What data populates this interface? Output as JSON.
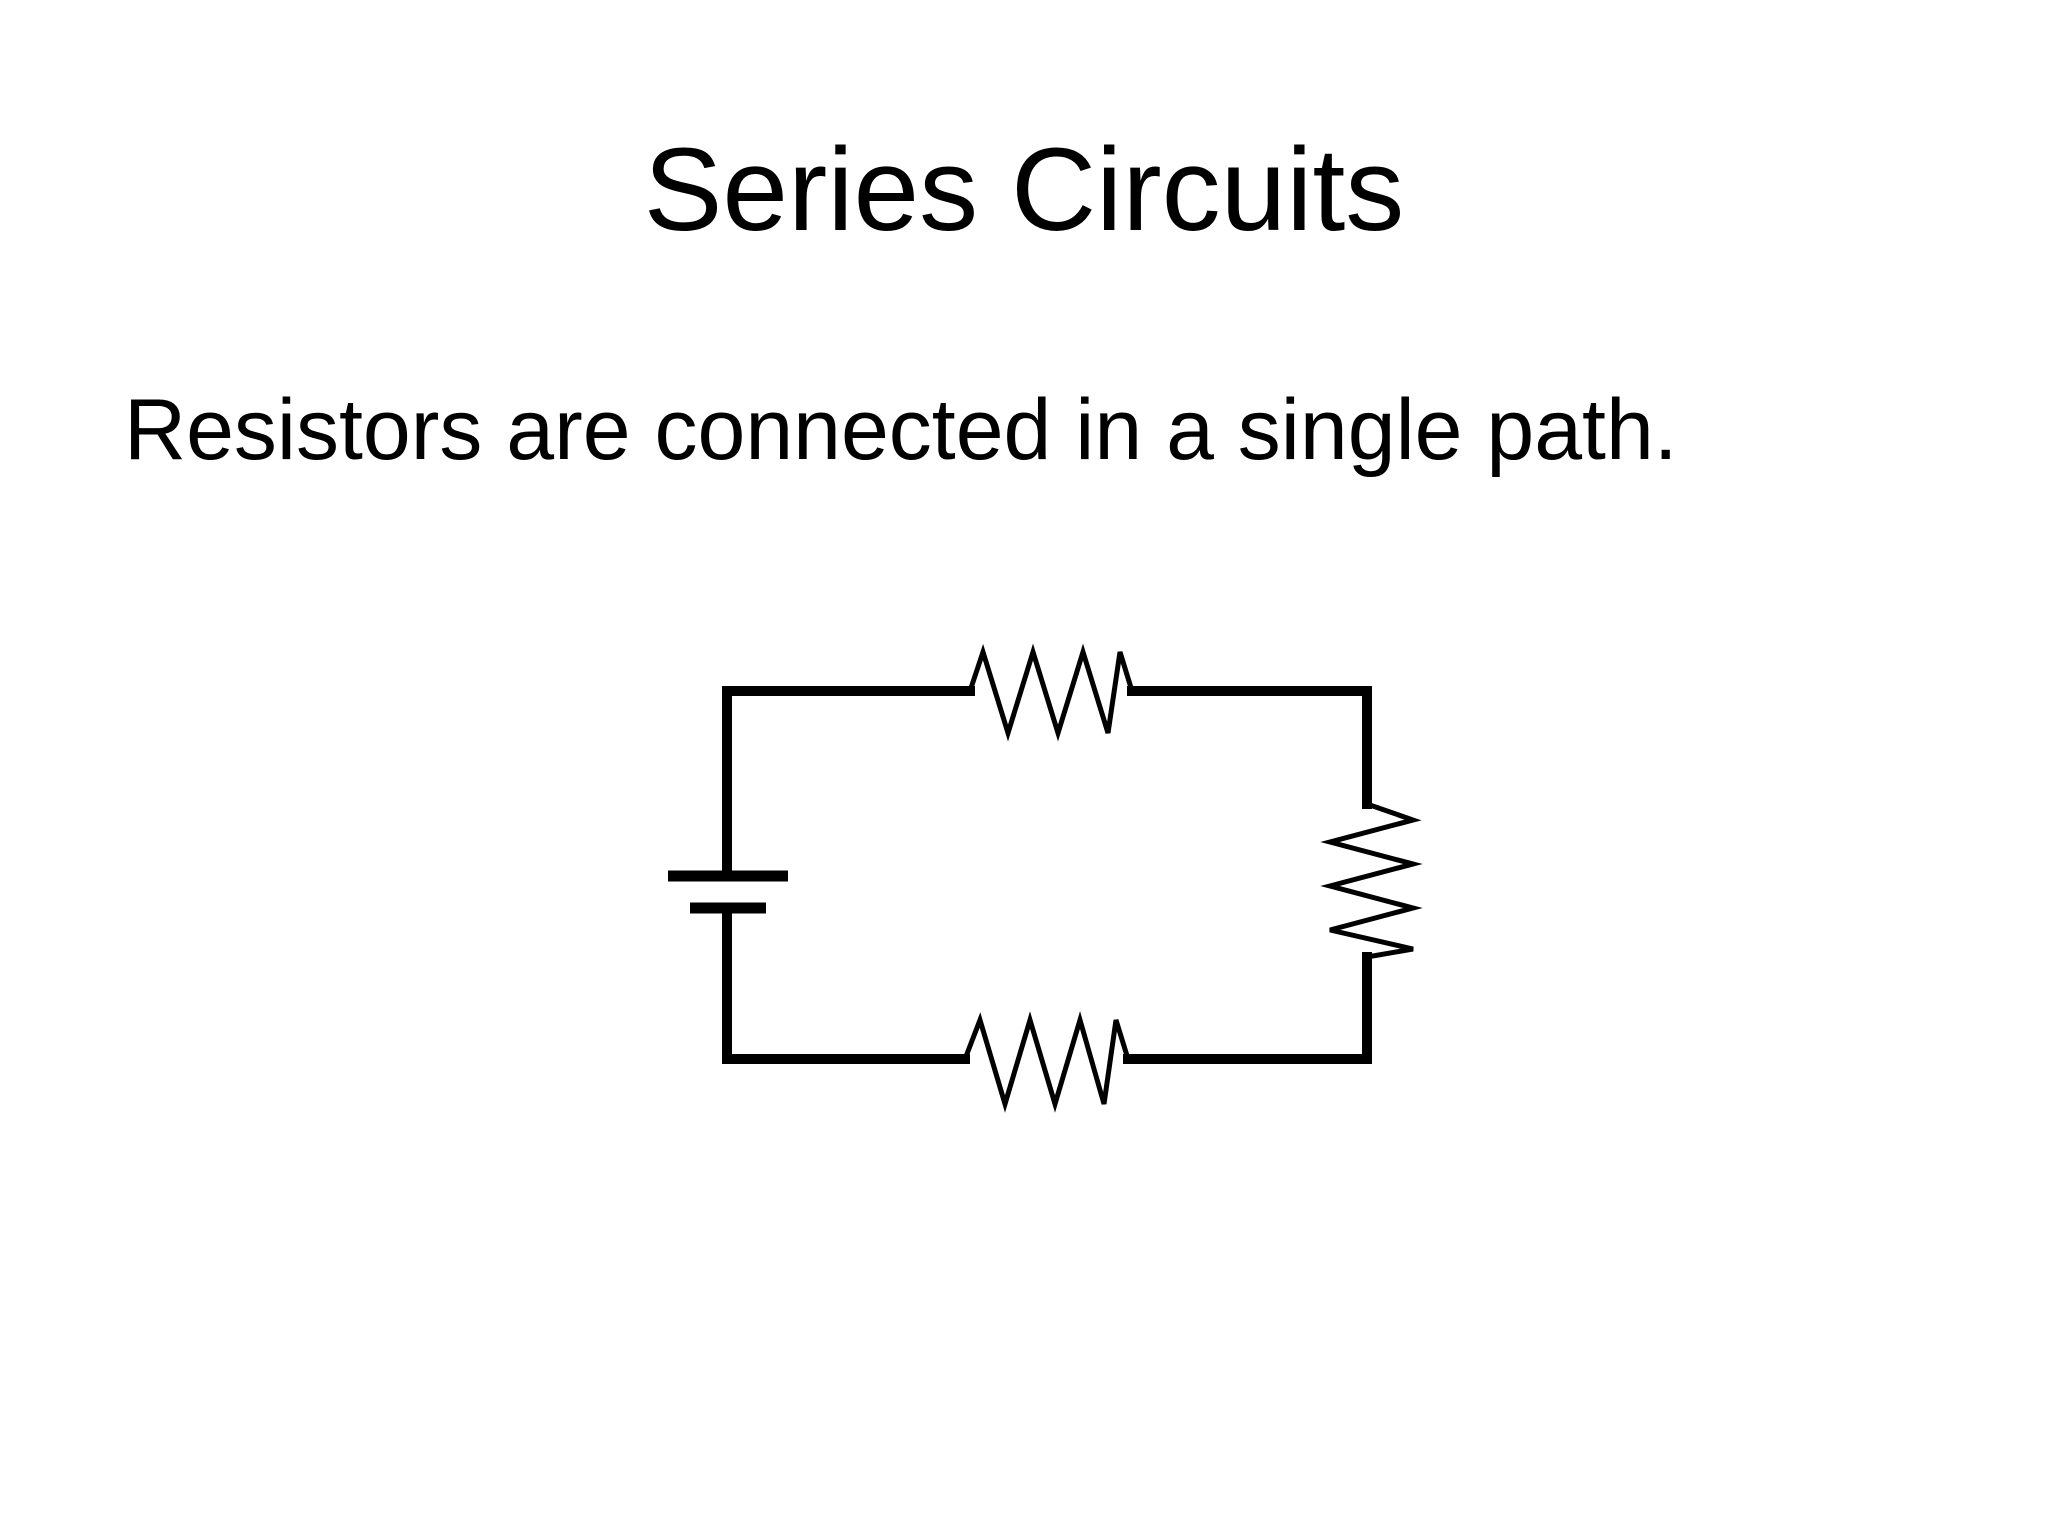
{
  "slide": {
    "title": "Series Circuits",
    "body": "Resistors are connected in a single path."
  },
  "diagram": {
    "components": [
      {
        "type": "battery"
      },
      {
        "type": "resistor"
      },
      {
        "type": "resistor"
      },
      {
        "type": "resistor"
      }
    ],
    "colors": {
      "wire": "#000000",
      "background": "#ffffff"
    }
  }
}
